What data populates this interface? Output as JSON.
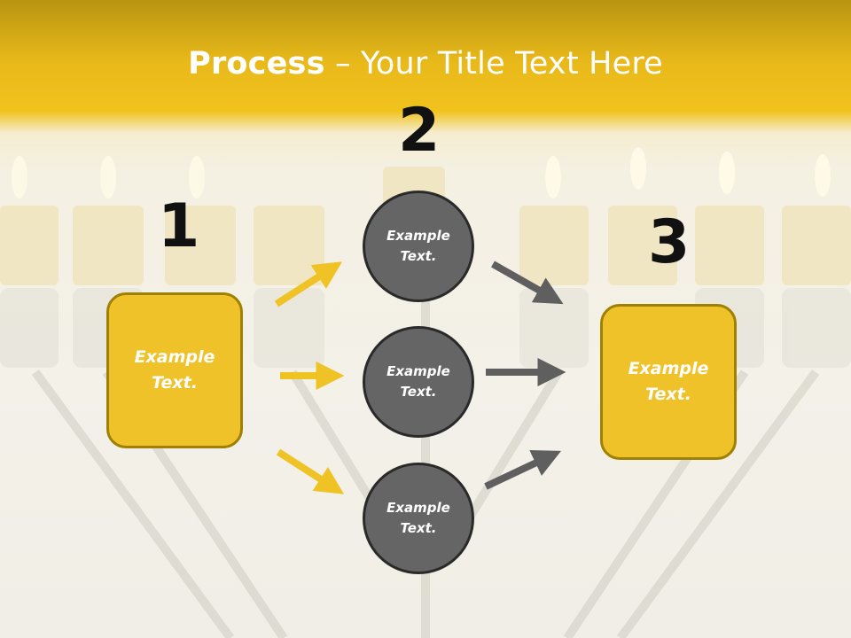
{
  "title": {
    "bold": "Process",
    "rest": " – Your Title Text Here"
  },
  "steps": {
    "one": "1",
    "two": "2",
    "three": "3"
  },
  "left_box": {
    "text": "Example\nText."
  },
  "right_box": {
    "text": "Example\nText."
  },
  "circles": [
    {
      "text": "Example\nText."
    },
    {
      "text": "Example\nText."
    },
    {
      "text": "Example\nText."
    }
  ],
  "colors": {
    "accent": "#f0c22a",
    "circle": "#656565",
    "arrow_yellow": "#efc326",
    "arrow_gray": "#5f5f5f"
  }
}
